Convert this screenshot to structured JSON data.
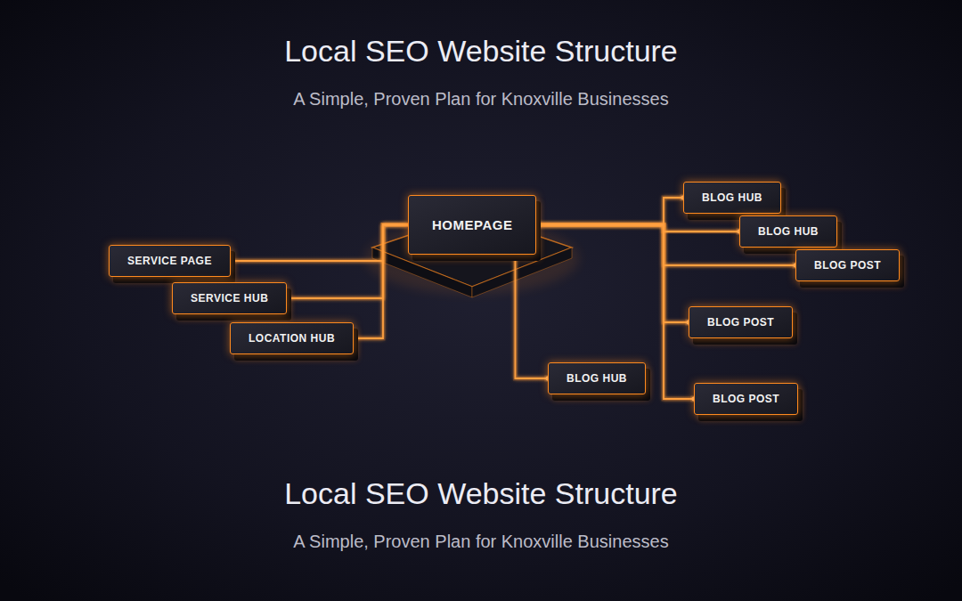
{
  "diagram": {
    "title": "Local SEO Website Structure",
    "nodes": [
      {
        "text": [
          "HOMEPAGE"
        ]
      },
      {
        "text": [
          "SERVICE PAGE"
        ]
      },
      {
        "text": [
          "SERVICE HUB"
        ]
      },
      {
        "text": [
          "LOCATION HUB"
        ]
      },
      {
        "text": [
          "BLOG HUB"
        ]
      },
      {
        "text": [
          "BLOG HUB"
        ]
      },
      {
        "text": [
          "BLOG POST"
        ]
      },
      {
        "text": [
          "BLOG POST"
        ]
      },
      {
        "text": [
          "BLOG HUB"
        ]
      },
      {
        "text": [
          "BLOG POST"
        ]
      }
    ],
    "edges": [
      {
        "from": 0,
        "to": 1,
        "arrow": "none"
      },
      {
        "from": 0,
        "to": 2,
        "arrow": "none"
      },
      {
        "from": 0,
        "to": 3,
        "arrow": "none"
      },
      {
        "from": 0,
        "to": 4,
        "arrow": "none"
      },
      {
        "from": 0,
        "to": 5,
        "arrow": "none"
      },
      {
        "from": 0,
        "to": 6,
        "arrow": "none"
      },
      {
        "from": 0,
        "to": 7,
        "arrow": "none"
      },
      {
        "from": 0,
        "to": 8,
        "arrow": "none"
      },
      {
        "from": 0,
        "to": 9,
        "arrow": "none"
      }
    ],
    "labels": [
      "A Simple, Proven Plan for Knoxville Businesses",
      "Local SEO Website Structure",
      "A Simple, Proven Plan for Knoxville Businesses"
    ]
  }
}
